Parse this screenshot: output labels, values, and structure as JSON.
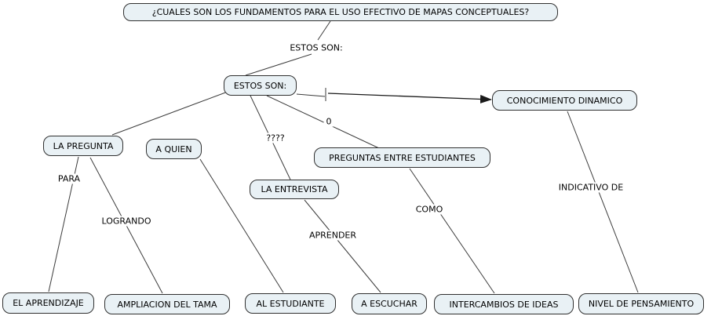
{
  "map": {
    "kind": "concept-map",
    "nodes": {
      "top_question": "¿CUALES SON LOS FUNDAMENTOS PARA EL USO EFECTIVO DE MAPAS CONCEPTUALES?",
      "estos_son": "ESTOS SON:",
      "conocimiento_dinamico": "CONOCIMIENTO DINAMICO",
      "la_pregunta": "LA PREGUNTA",
      "a_quien": "A QUIEN",
      "preguntas_entre_estudiantes": "PREGUNTAS ENTRE ESTUDIANTES",
      "la_entrevista": "LA ENTREVISTA",
      "el_aprendizaje": "EL APRENDIZAJE",
      "ampliacion_del_tama": "AMPLIACION DEL TAMA",
      "al_estudiante": "AL ESTUDIANTE",
      "a_escuchar": "A ESCUCHAR",
      "intercambios_de_ideas": "INTERCAMBIOS DE IDEAS",
      "nivel_de_pensamiento": "NIVEL DE PENSAMIENTO"
    },
    "link_labels": {
      "estos_son_phrase": "ESTOS SON:",
      "para": "PARA",
      "logrando": "LOGRANDO",
      "question_marks": "????",
      "zero": "0",
      "aprender": "APRENDER",
      "como": "COMO",
      "indicativo_de": "INDICATIVO DE"
    },
    "connections": [
      {
        "from": "top_question",
        "label": "ESTOS SON:",
        "to": "estos_son",
        "arrow": false
      },
      {
        "from": "estos_son",
        "label": "",
        "to": "la_pregunta",
        "arrow": false
      },
      {
        "from": "estos_son",
        "label": "????",
        "to": "la_entrevista",
        "arrow": false
      },
      {
        "from": "estos_son",
        "label": "0",
        "to": "preguntas_entre_estudiantes",
        "arrow": false
      },
      {
        "from": "estos_son",
        "label": "",
        "to": "conocimiento_dinamico",
        "arrow": true
      },
      {
        "from": "la_pregunta",
        "label": "PARA",
        "to": "el_aprendizaje",
        "arrow": false
      },
      {
        "from": "la_pregunta",
        "label": "LOGRANDO",
        "to": "ampliacion_del_tama",
        "arrow": false
      },
      {
        "from": "a_quien",
        "label": "",
        "to": "al_estudiante",
        "arrow": false
      },
      {
        "from": "la_entrevista",
        "label": "APRENDER",
        "to": "a_escuchar",
        "arrow": false
      },
      {
        "from": "preguntas_entre_estudiantes",
        "label": "COMO",
        "to": "intercambios_de_ideas",
        "arrow": false
      },
      {
        "from": "conocimiento_dinamico",
        "label": "INDICATIVO DE",
        "to": "nivel_de_pensamiento",
        "arrow": false
      }
    ],
    "colors": {
      "background": "#ffffff",
      "node_fill": "#e9f1f5",
      "node_border": "#303030",
      "line": "#3c3c3c",
      "text": "#000000"
    }
  }
}
